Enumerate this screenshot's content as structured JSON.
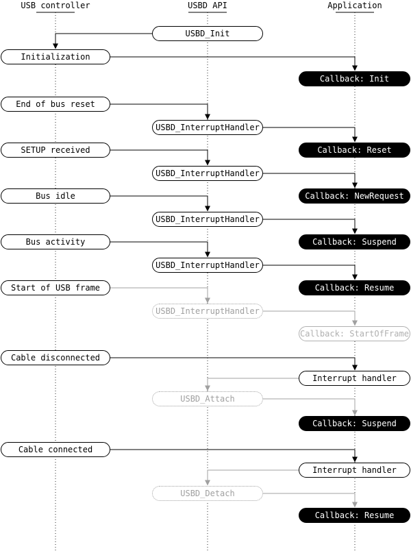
{
  "diagram": {
    "type": "sequence-diagram",
    "subject": "USB device stack event flow",
    "columns": [
      {
        "name": "USB controller"
      },
      {
        "name": "USBD API"
      },
      {
        "name": "Application"
      }
    ],
    "colors": {
      "line": "#000000",
      "optional": "#a0a0a0",
      "callback_bg": "#000000",
      "callback_text": "#ffffff",
      "background": "#ffffff"
    },
    "nodes": [
      {
        "id": "usbd-init",
        "label": "USBD_Init",
        "column": "USBD API",
        "style": "solid"
      },
      {
        "id": "initialization",
        "label": "Initialization",
        "column": "USB controller",
        "style": "solid"
      },
      {
        "id": "callback-init",
        "label": "Callback: Init",
        "column": "Application",
        "style": "filled"
      },
      {
        "id": "end-of-bus-reset",
        "label": "End of bus reset",
        "column": "USB controller",
        "style": "solid"
      },
      {
        "id": "usbd-interrupthandler-1",
        "label": "USBD_InterruptHandler",
        "column": "USBD API",
        "style": "solid"
      },
      {
        "id": "callback-reset",
        "label": "Callback: Reset",
        "column": "Application",
        "style": "filled"
      },
      {
        "id": "setup-received",
        "label": "SETUP received",
        "column": "USB controller",
        "style": "solid"
      },
      {
        "id": "usbd-interrupthandler-2",
        "label": "USBD_InterruptHandler",
        "column": "USBD API",
        "style": "solid"
      },
      {
        "id": "callback-newrequest",
        "label": "Callback: NewRequest",
        "column": "Application",
        "style": "filled"
      },
      {
        "id": "bus-idle",
        "label": "Bus idle",
        "column": "USB controller",
        "style": "solid"
      },
      {
        "id": "usbd-interrupthandler-3",
        "label": "USBD_InterruptHandler",
        "column": "USBD API",
        "style": "solid"
      },
      {
        "id": "callback-suspend-1",
        "label": "Callback: Suspend",
        "column": "Application",
        "style": "filled"
      },
      {
        "id": "bus-activity",
        "label": "Bus activity",
        "column": "USB controller",
        "style": "solid"
      },
      {
        "id": "usbd-interrupthandler-4",
        "label": "USBD_InterruptHandler",
        "column": "USBD API",
        "style": "solid"
      },
      {
        "id": "callback-resume-1",
        "label": "Callback: Resume",
        "column": "Application",
        "style": "filled"
      },
      {
        "id": "start-of-usb-frame",
        "label": "Start of USB frame",
        "column": "USB controller",
        "style": "solid"
      },
      {
        "id": "usbd-interrupthandler-5",
        "label": "USBD_InterruptHandler",
        "column": "USBD API",
        "style": "optional-dotted"
      },
      {
        "id": "callback-startofframe",
        "label": "Callback: StartOfFrame",
        "column": "Application",
        "style": "optional"
      },
      {
        "id": "cable-disconnected",
        "label": "Cable disconnected",
        "column": "USB controller",
        "style": "solid"
      },
      {
        "id": "interrupt-handler-1",
        "label": "Interrupt handler",
        "column": "Application",
        "style": "solid"
      },
      {
        "id": "usbd-attach",
        "label": "USBD_Attach",
        "column": "USBD API",
        "style": "optional-dotted"
      },
      {
        "id": "callback-suspend-2",
        "label": "Callback: Suspend",
        "column": "Application",
        "style": "filled"
      },
      {
        "id": "cable-connected",
        "label": "Cable connected",
        "column": "USB controller",
        "style": "solid"
      },
      {
        "id": "interrupt-handler-2",
        "label": "Interrupt handler",
        "column": "Application",
        "style": "solid"
      },
      {
        "id": "usbd-detach",
        "label": "USBD_Detach",
        "column": "USBD API",
        "style": "optional-dotted"
      },
      {
        "id": "callback-resume-2",
        "label": "Callback: Resume",
        "column": "Application",
        "style": "filled"
      }
    ]
  }
}
